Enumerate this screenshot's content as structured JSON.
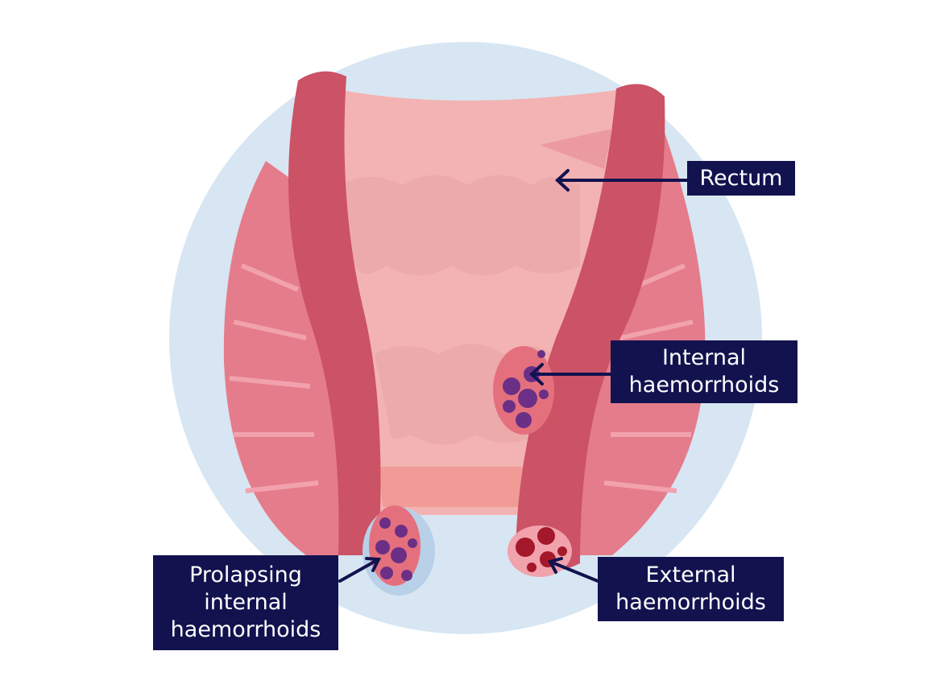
{
  "title": "Haemorrhoids anatomy diagram",
  "labels": {
    "rectum": "Rectum",
    "internal": [
      "Internal",
      "haemorrhoids"
    ],
    "prolapsing": [
      "Prolapsing",
      "internal",
      "haemorrhoids"
    ],
    "external": [
      "External",
      "haemorrhoids"
    ]
  },
  "colors": {
    "background_circle": "#d7e6f2",
    "label_bg": "#12124f",
    "wall": "#cc5266",
    "muscle": "#e57c8c",
    "rectum": "#f3b3b3",
    "internal_haemorrhoid": "#6b2f86",
    "external_haemorrhoid": "#a3182a"
  }
}
